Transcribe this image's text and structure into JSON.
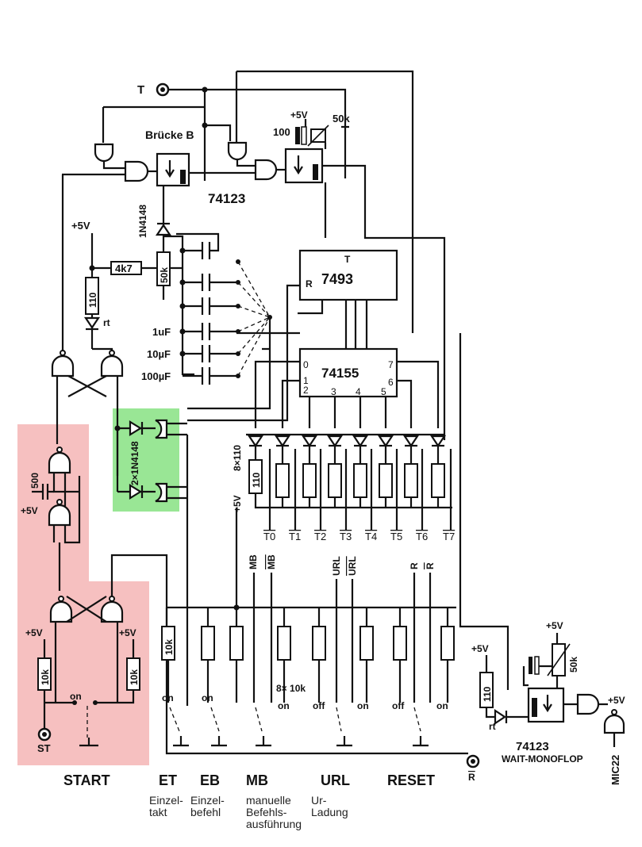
{
  "labels": {
    "t_in": "T",
    "bruecke": "Brücke B",
    "plus5": "+5V",
    "pot50k": "50k",
    "cap100": "100",
    "ic74123": "74123",
    "diode1n4148": "1N4148",
    "r4k7": "4k7",
    "r50k": "50k",
    "r110": "110",
    "rt": "rt",
    "cap1u": "1uF",
    "cap10u": "10µF",
    "cap100u": "100µF",
    "ic7493": "7493",
    "ic7493_t": "T",
    "ic7493_r": "R",
    "ic74155": "74155",
    "pins74155": [
      "0",
      "1",
      "2",
      "3",
      "4",
      "5",
      "6",
      "7"
    ],
    "diode2x": "2×1N4148",
    "res8x110": "8×110",
    "res110": "110",
    "cap500": "500",
    "r10k": "10k",
    "on": "on",
    "off": "off",
    "st": "ST",
    "outputs": [
      "T0",
      "T1",
      "T2",
      "T3",
      "T4",
      "T5",
      "T6",
      "T7"
    ],
    "mb": "MB",
    "mb_bar": "MB",
    "url": "URL",
    "url_bar": "URL",
    "r": "R",
    "r_bar": "R",
    "res8x10k": "8× 10k",
    "wait_ic": "74123",
    "wait_monoflop": "WAIT-MONOFLOP",
    "mic22": "MIC22",
    "r_out": "R"
  },
  "switches": [
    {
      "name": "START",
      "desc": ""
    },
    {
      "name": "ET",
      "desc": "Einzel-\ntakt"
    },
    {
      "name": "EB",
      "desc": "Einzel-\nbefehl"
    },
    {
      "name": "MB",
      "desc": "manuelle\nBefehls-\nausführung"
    },
    {
      "name": "URL",
      "desc": "Ur-\nLadung"
    },
    {
      "name": "RESET",
      "desc": ""
    }
  ],
  "colors": {
    "start_highlight": "#f5b5b5",
    "diode_highlight": "#8ee38a",
    "ink": "#111111"
  }
}
